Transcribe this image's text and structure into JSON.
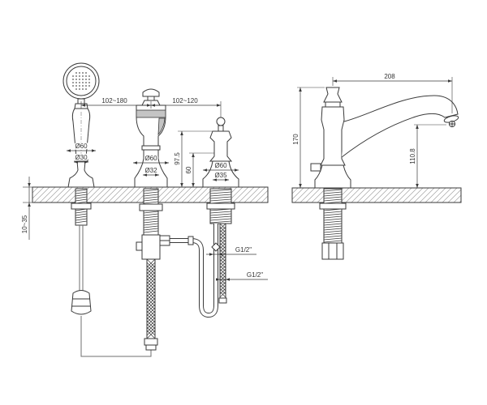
{
  "labels": {
    "spacing_left": "102~180",
    "spacing_right": "102~120",
    "deck_thickness": "10~35",
    "diam_shower_base": "Ø60",
    "diam_shower_shank": "Ø30",
    "diam_mixer_base": "Ø60",
    "diam_mixer_shank": "Ø32",
    "diam_handle_base": "Ø60",
    "diam_handle_shank": "Ø35",
    "height_handle": "97.5",
    "height_base": "60",
    "thread_supply": "G1/2\"",
    "thread_hose": "G1/2\"",
    "spout_reach": "208",
    "total_height": "170",
    "spout_height": "110.8"
  }
}
